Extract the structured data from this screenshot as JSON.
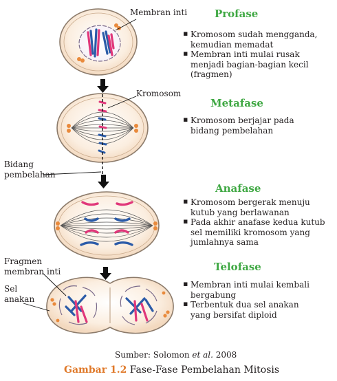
{
  "callouts": {
    "membran_inti": "Membran inti",
    "kromosom": "Kromosom",
    "bidang_line1": "Bidang",
    "bidang_line2": "pembelahan",
    "fragmen_line1": "Fragmen",
    "fragmen_line2": "membran inti",
    "sel_line1": "Sel",
    "sel_line2": "anakan"
  },
  "phases": [
    {
      "title": "Profase",
      "bullets": [
        "Kromosom sudah mengganda, kemudian memadat",
        "Membran inti mulai rusak menjadi bagian-bagian kecil (fragmen)"
      ]
    },
    {
      "title": "Metafase",
      "bullets": [
        "Kromosom berjajar pada bidang pembelahan"
      ]
    },
    {
      "title": "Anafase",
      "bullets": [
        "Kromosom bergerak menuju kutub yang berlawanan",
        "Pada akhir anafase kedua kutub sel memiliki kromosom yang jumlahnya sama"
      ]
    },
    {
      "title": "Telofase",
      "bullets": [
        "Membran inti mulai kembali bergabung",
        "Terbentuk dua sel anakan yang bersifat diploid"
      ]
    }
  ],
  "source": {
    "prefix": "Sumber: Solomon ",
    "italic": "et al.",
    "suffix": " 2008"
  },
  "caption": {
    "label": "Gambar 1.2",
    "text": "Fase-Fase Pembelahan Mitosis"
  },
  "colors": {
    "cell_fill": "#f6e0c9",
    "cell_stroke": "#8c7b6b",
    "pink": "#e0377a",
    "blue": "#2b5ba8",
    "centrosome": "#e98a3c",
    "title_green": "#3fa843",
    "caption_orange": "#e07a2b"
  }
}
